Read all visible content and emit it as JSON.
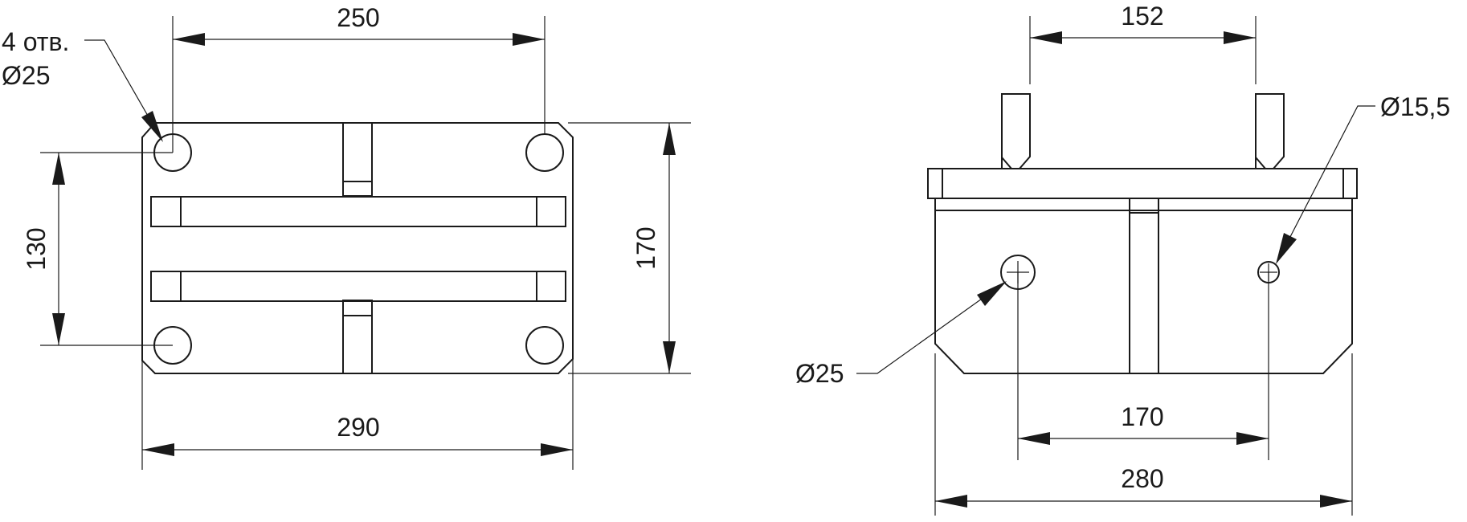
{
  "plan_view": {
    "hole_note_line1": "4 отв.",
    "hole_note_line2": "Ø25",
    "dim_hole_spacing_x": "250",
    "dim_hole_spacing_y": "130",
    "dim_height": "170",
    "dim_width": "290"
  },
  "side_view": {
    "dim_pin_spacing": "152",
    "dim_small_hole": "Ø15,5",
    "dim_large_hole": "Ø25",
    "dim_hole_center_spacing": "170",
    "dim_base_width": "280"
  }
}
